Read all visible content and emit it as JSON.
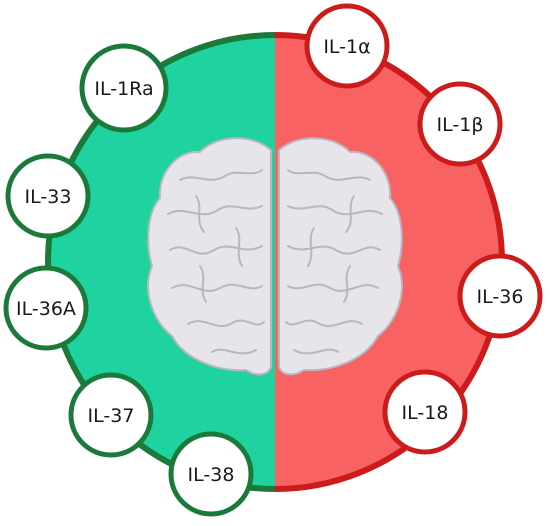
{
  "colors": {
    "anti_fill": "#1ed39f",
    "anti_ring": "#1b7a3a",
    "pro_fill": "#f96262",
    "pro_ring": "#cc1b1b",
    "brain_fill": "#e7e5ea",
    "brain_shadow": "#b9b6bf",
    "node_fill": "#ffffff"
  },
  "anti_inflammatory": [
    {
      "label": "IL-1Ra"
    },
    {
      "label": "IL-33"
    },
    {
      "label": "IL-36A"
    },
    {
      "label": "IL-37"
    },
    {
      "label": "IL-38"
    }
  ],
  "pro_inflammatory": [
    {
      "label": "IL-1α"
    },
    {
      "label": "IL-1β"
    },
    {
      "label": "IL-36"
    },
    {
      "label": "IL-18"
    }
  ]
}
